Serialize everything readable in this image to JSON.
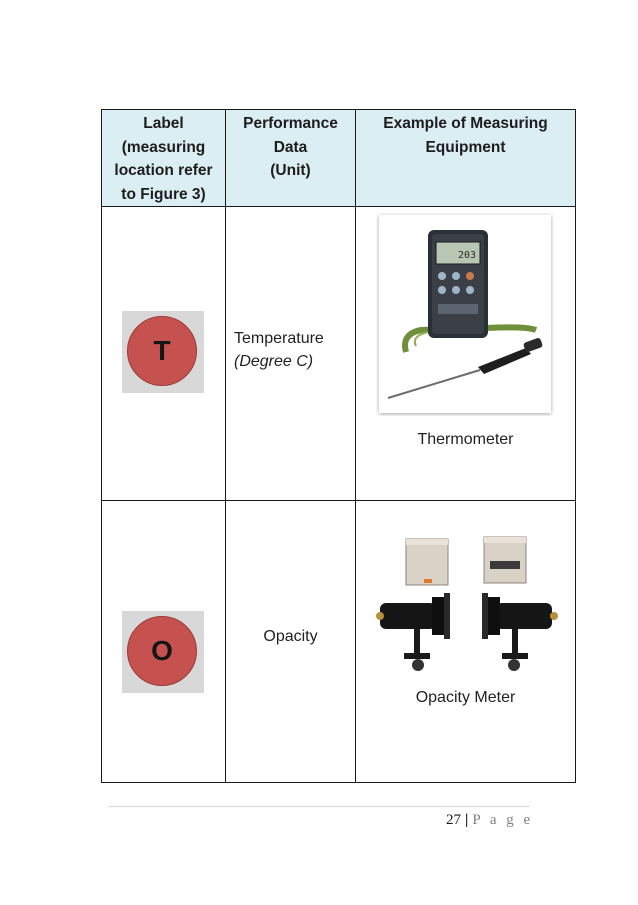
{
  "table": {
    "headers": [
      "Label (measuring location refer to Figure 3)",
      "Performance Data (Unit)",
      "Example of Measuring Equipment"
    ],
    "header_lines": {
      "label": [
        "Label",
        "(measuring",
        "location refer",
        "to Figure 3)"
      ],
      "performance": [
        "Performance",
        "Data",
        "(Unit)"
      ],
      "equipment": [
        "Example of Measuring",
        "Equipment"
      ]
    },
    "rows": [
      {
        "badge": "T",
        "performance": "Temperature",
        "unit": "(Degree C)",
        "equipment": "Thermometer",
        "badge_color": "#c6524f"
      },
      {
        "badge": "O",
        "performance": "Opacity",
        "unit": "",
        "equipment": "Opacity Meter",
        "badge_color": "#c6524f"
      }
    ]
  },
  "thermometer_display": "203",
  "footer": {
    "page_number": "27",
    "separator": "|",
    "page_word": "P a g e"
  },
  "colors": {
    "header_bg": "#dbeef4",
    "badge_bg": "#d8d8d8",
    "badge_red": "#c6524f"
  }
}
